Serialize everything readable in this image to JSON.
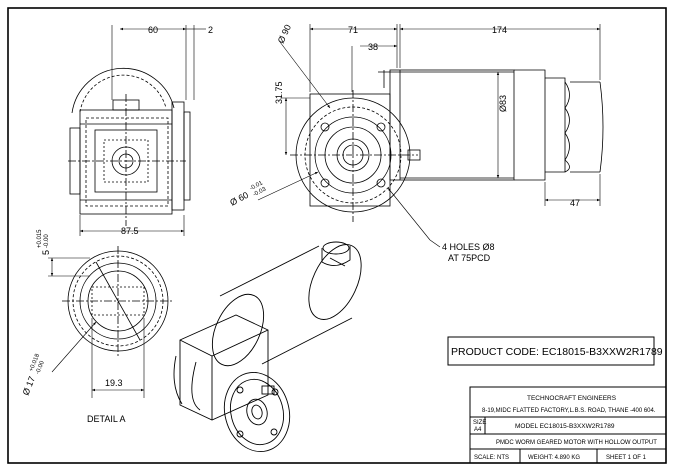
{
  "top_dimensions": {
    "d60": "60",
    "d2": "2",
    "d71": "71",
    "d38": "38",
    "d174": "174"
  },
  "front_view": {
    "phi90": "Ø 90",
    "d3175": "31.75",
    "phi83": "Ø83",
    "d60tol": "Ø 60",
    "tol_upper": "-0.01",
    "tol_lower": "-0.03",
    "d47": "47",
    "holes_line1": "4 HOLES Ø8",
    "holes_line2": "AT 75PCD"
  },
  "side_view": {
    "d875": "87.5"
  },
  "detail": {
    "d5": "5",
    "d5_tol_upper": "+0.015",
    "d5_tol_lower": "-0.00",
    "phi17": "Ø 17",
    "phi17_tol_upper": "+0.018",
    "phi17_tol_lower": "-0.00",
    "d193": "19.3",
    "label": "DETAIL A"
  },
  "product_code": "PRODUCT CODE: EC18015-B3XXW2R1789",
  "title_block": {
    "company": "TECHNOCRAFT ENGINEERS",
    "address": "8-19,MIDC FLATTED FACTORY,L.B.S. ROAD, THANE -400 604.",
    "size_label": "SIZE",
    "size_value": "A4",
    "model": "MODEL EC18015-B3XXW2R1789",
    "description": "PMDC WORM GEARED MOTOR WITH HOLLOW OUTPUT",
    "scale": "SCALE: NTS",
    "weight": "WEIGHT: 4.890 KG",
    "sheet": "SHEET 1 OF 1"
  }
}
